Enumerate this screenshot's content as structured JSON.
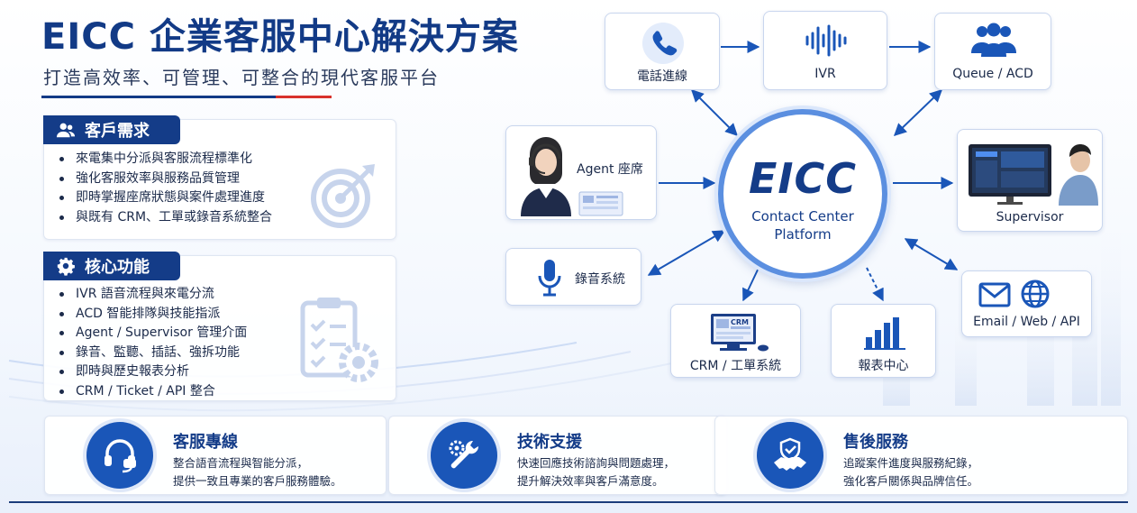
{
  "header": {
    "title": "EICC 企業客服中心解決方案",
    "subtitle": "打造高效率、可管理、可整合的現代客服平台"
  },
  "needs": {
    "title": "客戶需求",
    "items": [
      "來電集中分派與客服流程標準化",
      "強化客服效率與服務品質管理",
      "即時掌握座席狀態與案件處理進度",
      "與既有 CRM、工單或錄音系統整合"
    ]
  },
  "features": {
    "title": "核心功能",
    "items": [
      "IVR 語音流程與來電分流",
      "ACD 智能排隊與技能指派",
      "Agent / Supervisor 管理介面",
      "錄音、監聽、插話、強拆功能",
      "即時與歷史報表分析",
      "CRM / Ticket / API 整合"
    ]
  },
  "diagram": {
    "hub_title": "EICC",
    "hub_line1": "Contact Center",
    "hub_line2": "Platform",
    "nodes": {
      "phone": "電話進線",
      "ivr": "IVR",
      "queue": "Queue / ACD",
      "agent": "Agent 座席",
      "supervisor": "Supervisor",
      "recording": "錄音系統",
      "crm": "CRM / 工單系統",
      "reports": "報表中心",
      "channels": "Email / Web / API",
      "crm_screen": "CRM"
    }
  },
  "bottom": [
    {
      "title": "客服專線",
      "line1": "整合語音流程與智能分派，",
      "line2": "提供一致且專業的客戶服務體驗。"
    },
    {
      "title": "技術支援",
      "line1": "快速回應技術諮詢與問題處理，",
      "line2": "提升解決效率與客戶滿意度。"
    },
    {
      "title": "售後服務",
      "line1": "追蹤案件進度與服務紀錄，",
      "line2": "強化客戶關係與品牌信任。"
    }
  ],
  "colors": {
    "primary": "#143c88",
    "accent": "#1a56b8",
    "ring": "#5b8fe0",
    "red": "#d8312c"
  }
}
